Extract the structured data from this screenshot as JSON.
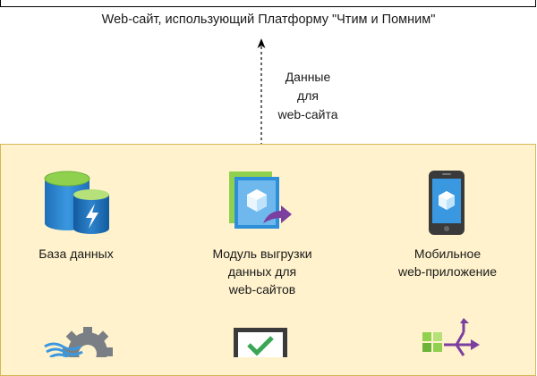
{
  "website": {
    "label": "Web-сайт, использующий Платформу \"Чтим и Помним\""
  },
  "flow": {
    "label_lines": [
      "Данные",
      "для",
      "web-сайта"
    ]
  },
  "platform": {
    "fill_color": "#fff2cc",
    "border_color": "#d6b656",
    "components": [
      {
        "icon": "database-icon",
        "label_lines": [
          "База данных"
        ]
      },
      {
        "icon": "export-module-icon",
        "label_lines": [
          "Модуль выгрузки",
          "данных для",
          "web-сайтов"
        ]
      },
      {
        "icon": "mobile-app-icon",
        "label_lines": [
          "Мобильное",
          "web-приложение"
        ]
      },
      {
        "icon": "settings-gear-icon",
        "label_lines": []
      },
      {
        "icon": "checkmark-monitor-icon",
        "label_lines": []
      },
      {
        "icon": "network-distribution-icon",
        "label_lines": []
      }
    ]
  }
}
